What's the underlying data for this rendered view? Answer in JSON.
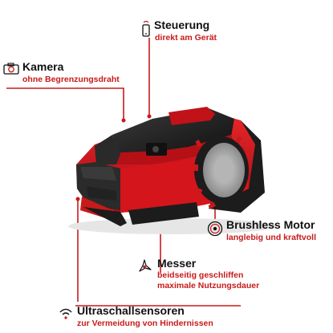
{
  "features": {
    "steuerung": {
      "title": "Steuerung",
      "subtitle": "direkt am Gerät",
      "icon": "smartphone-icon"
    },
    "kamera": {
      "title": "Kamera",
      "subtitle": "ohne Begrenzungsdraht",
      "icon": "camera-icon"
    },
    "motor": {
      "title": "Brushless Motor",
      "subtitle": "langlebig und kraftvoll",
      "icon": "motor-icon"
    },
    "messer": {
      "title": "Messer",
      "subtitle_line1": "beidseitig geschliffen",
      "subtitle_line2": "maximale Nutzungsdauer",
      "icon": "blade-icon"
    },
    "sensoren": {
      "title": "Ultraschallsensoren",
      "subtitle": "zur Vermeidung von Hindernissen",
      "icon": "ultrasound-icon"
    }
  },
  "colors": {
    "accent": "#c81a1a",
    "robot_red": "#d4151b",
    "robot_dark": "#1c1c1c"
  }
}
